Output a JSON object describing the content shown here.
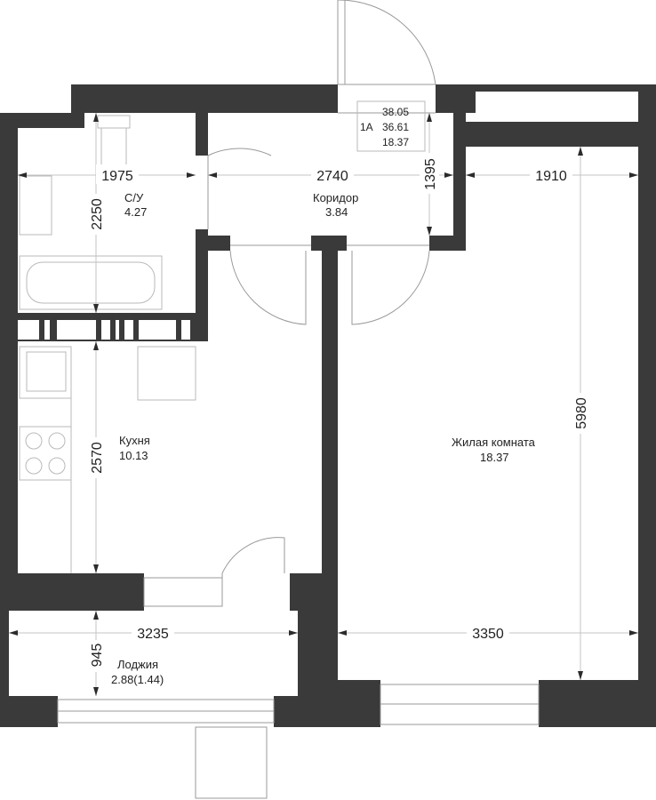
{
  "apartment": {
    "type": "1А",
    "total_area": "38.05",
    "area_without_balcony": "36.61",
    "living_area": "18.37"
  },
  "rooms": {
    "bathroom": {
      "name": "С/У",
      "area": "4.27"
    },
    "corridor": {
      "name": "Коридор",
      "area": "3.84"
    },
    "kitchen": {
      "name": "Кухня",
      "area": "10.13"
    },
    "living": {
      "name": "Жилая комната",
      "area": "18.37"
    },
    "loggia": {
      "name": "Лоджия",
      "area": "2.88(1.44)"
    }
  },
  "dimensions": {
    "bathroom_width": "1975",
    "corridor_width": "2740",
    "living_width_top": "1910",
    "corridor_depth": "1395",
    "bathroom_depth": "2250",
    "kitchen_depth": "2570",
    "living_depth": "5980",
    "loggia_width": "3235",
    "living_width_bottom": "3350",
    "loggia_depth": "945"
  },
  "colors": {
    "wall": "#3a3a3a",
    "background": "#ffffff"
  }
}
